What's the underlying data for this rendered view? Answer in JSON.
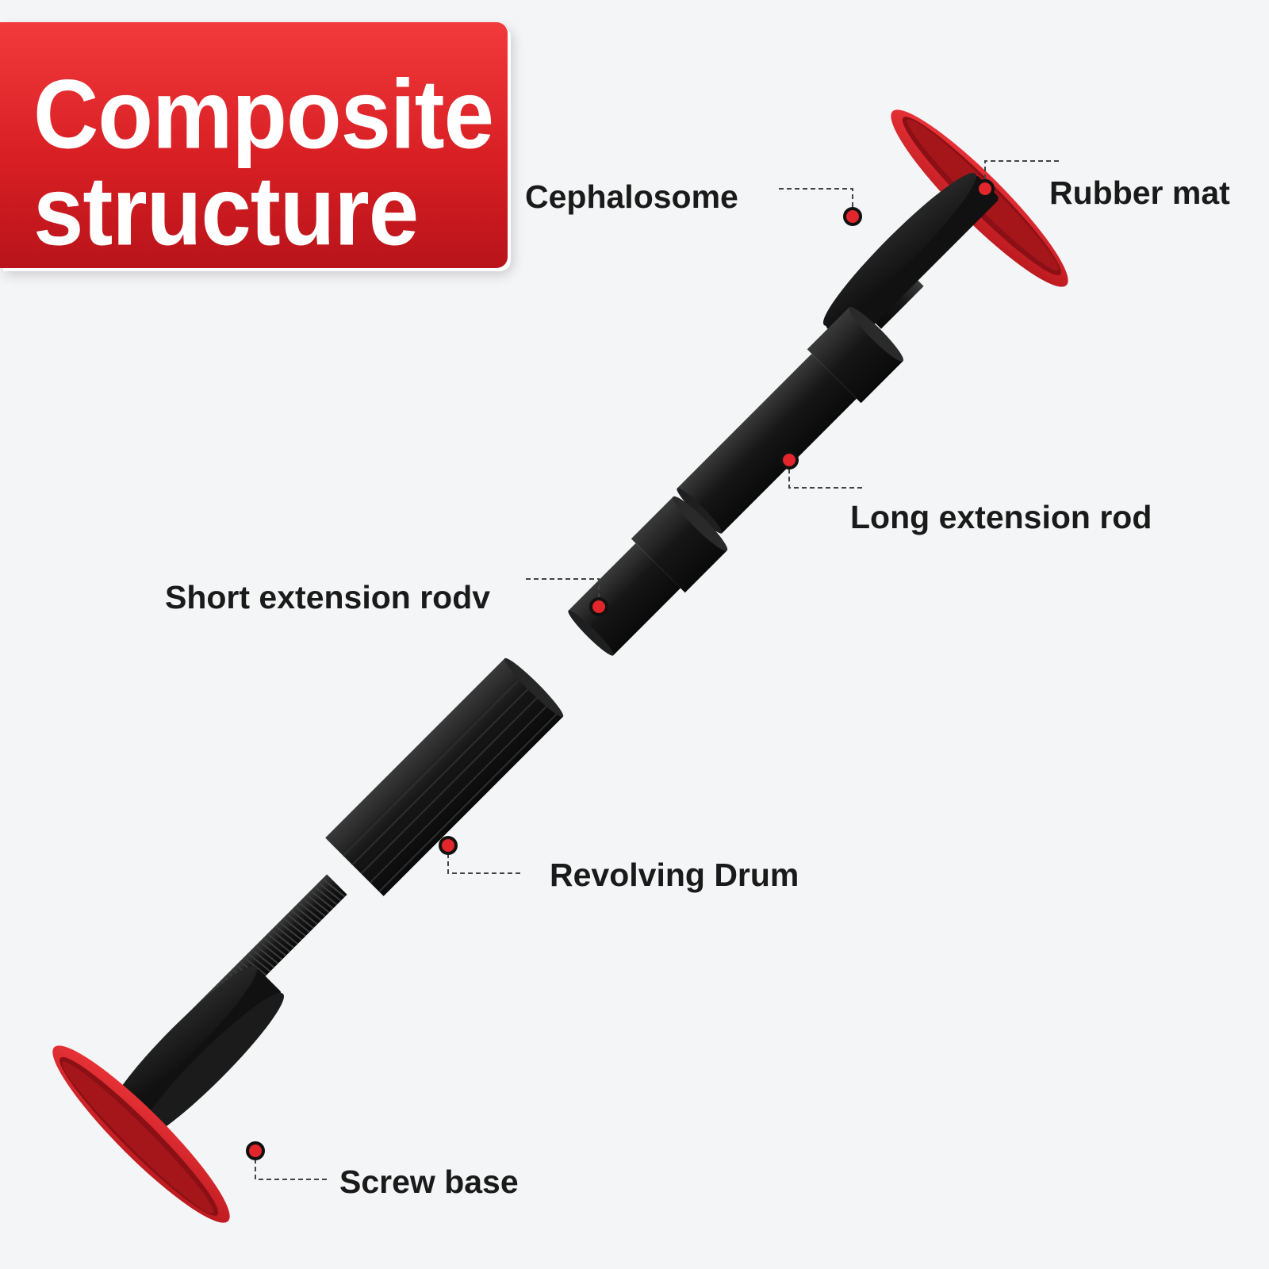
{
  "title": {
    "line1": "Composite",
    "line2": "structure"
  },
  "parts": {
    "cephalosome": "Cephalosome",
    "rubber_mat": "Rubber mat",
    "long_rod": "Long extension rod",
    "short_rod": "Short extension rodv",
    "drum": "Revolving Drum",
    "screw_base": "Screw base"
  },
  "colors": {
    "accent_red": "#e2262b",
    "part_black": "#141414",
    "background": "#f4f5f7"
  }
}
